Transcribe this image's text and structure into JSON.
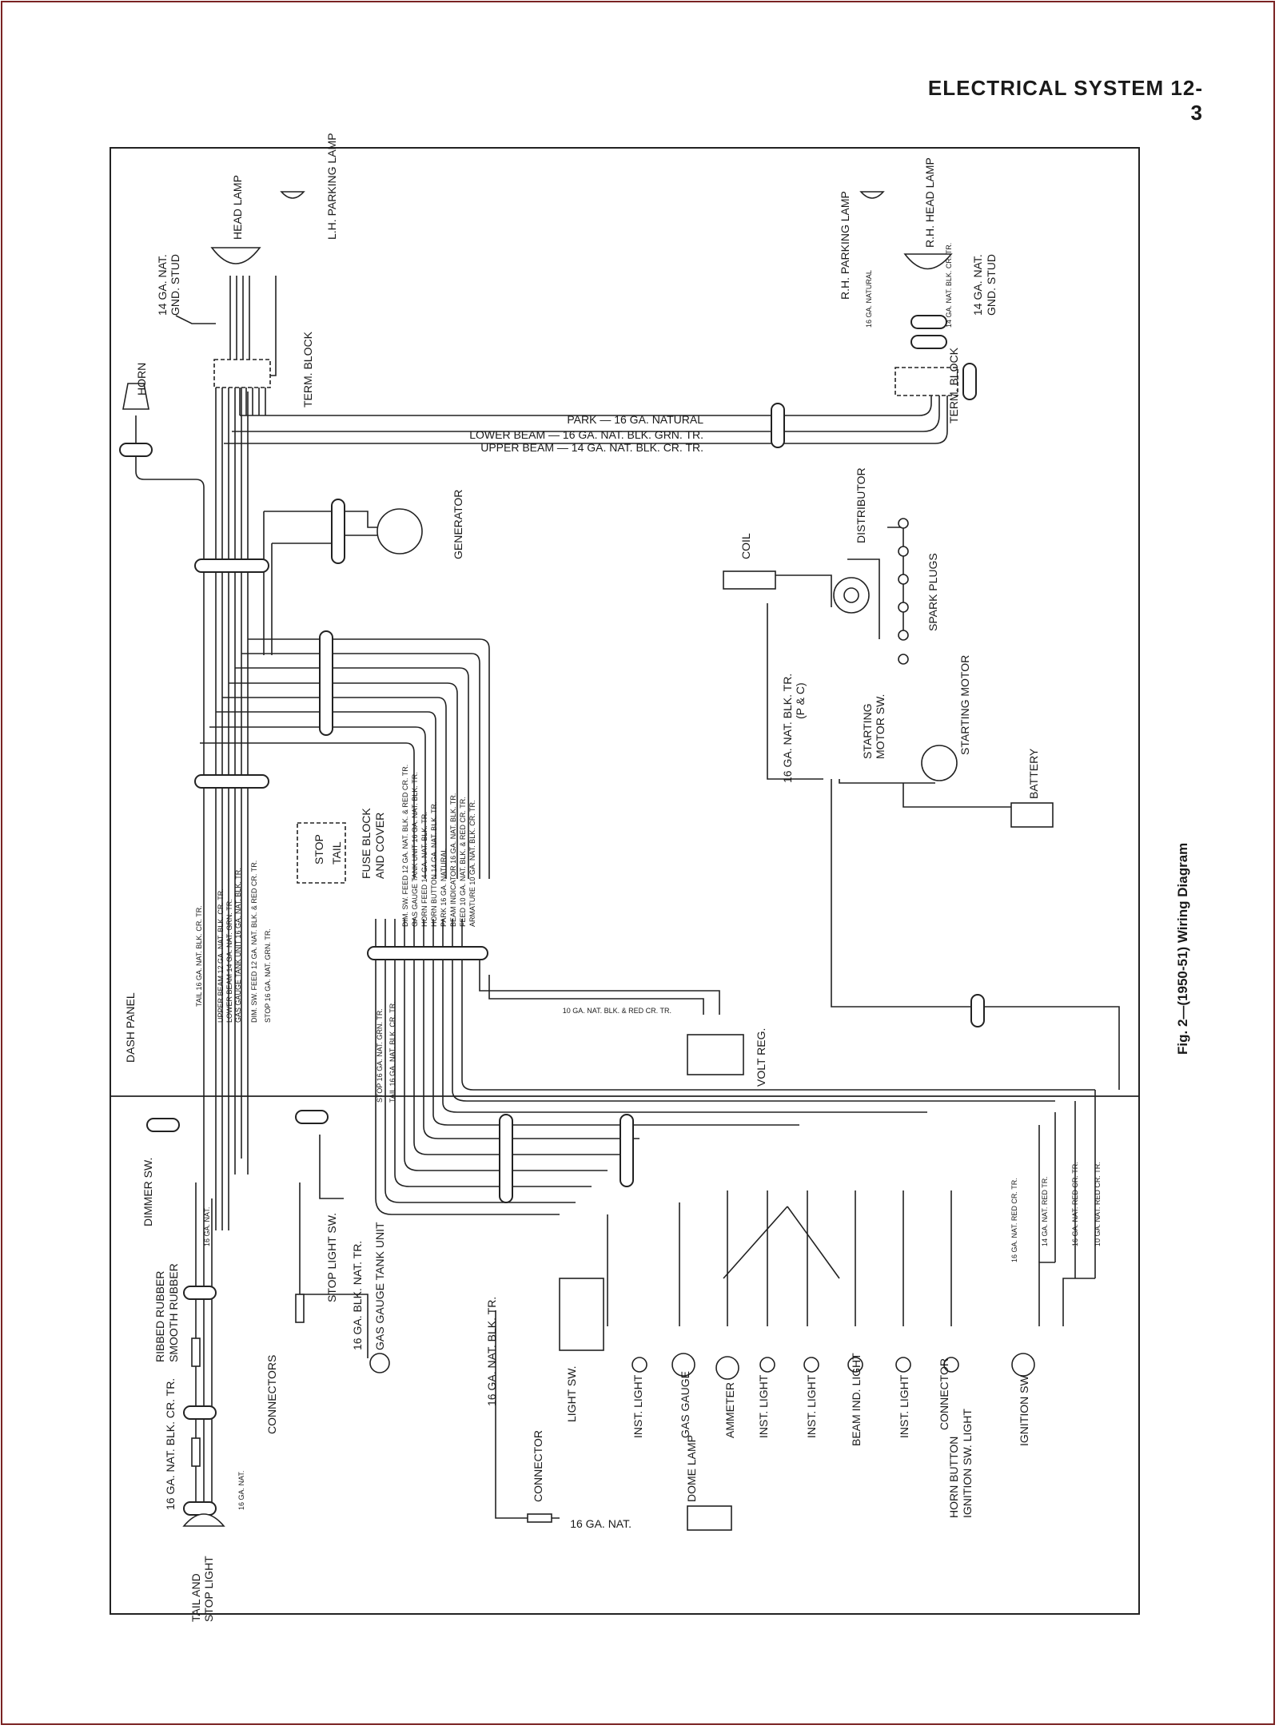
{
  "header": {
    "title": "ELECTRICAL SYSTEM 12-3"
  },
  "figure": {
    "caption": "Fig. 2—(1950-51) Wiring Diagram"
  },
  "labels": {
    "horn": "HORN",
    "head_lamp_lh": "HEAD LAMP",
    "lh_parking_lamp": "L.H. PARKING LAMP",
    "gnd_stud_lh_1": "14 GA. NAT.",
    "gnd_stud_lh_2": "GND. STUD",
    "term_block_lh": "TERM. BLOCK",
    "generator": "GENERATOR",
    "fuse_block_1": "FUSE BLOCK",
    "fuse_block_2": "AND COVER",
    "stop": "STOP",
    "tail": "TAIL",
    "dash_panel": "DASH PANEL",
    "volt_reg": "VOLT REG.",
    "dimmer_sw": "DIMMER SW.",
    "stop_light_sw": "STOP LIGHT SW.",
    "gas_gauge_tank_unit": "GAS GAUGE TANK UNIT",
    "ribbed_rubber": "RIBBED RUBBER",
    "smooth_rubber": "SMOOTH RUBBER",
    "connectors": "CONNECTORS",
    "tail_stop_light_1": "TAIL AND",
    "tail_stop_light_2": "STOP LIGHT",
    "light_sw": "LIGHT SW.",
    "inst_light": "INST. LIGHT",
    "gas_gauge": "GAS GAUGE",
    "ammeter": "AMMETER",
    "dome_lamp": "DOME LAMP",
    "beam_ind_light": "BEAM IND. LIGHT",
    "connector": "CONNECTOR",
    "ignition_sw": "IGNITION SW",
    "ignition_sw_light": "IGNITION SW. LIGHT",
    "horn_button": "HORN BUTTON",
    "coil": "COIL",
    "distributor": "DISTRIBUTOR",
    "spark_plugs": "SPARK PLUGS",
    "starting_motor_sw_1": "STARTING",
    "starting_motor_sw_2": "MOTOR SW.",
    "starting_motor": "STARTING MOTOR",
    "battery": "BATTERY",
    "rh_parking_lamp": "R.H. PARKING LAMP",
    "rh_head_lamp": "R.H. HEAD LAMP",
    "term_block_rh": "TERM. BLOCK",
    "gnd_stud_rh_1": "14 GA. NAT.",
    "gnd_stud_rh_2": "GND. STUD",
    "park_wire": "PARK — 16 GA. NATURAL",
    "lower_beam_wire": "LOWER BEAM — 16 GA. NAT. BLK. GRN. TR.",
    "upper_beam_wire": "UPPER BEAM — 14 GA. NAT. BLK. CR. TR.",
    "coil_wire_1": "16 GA. NAT. BLK. TR.",
    "coil_wire_2": "(P & C)",
    "rh_park_wire": "16 GA. NATURAL",
    "rh_head_wire": "14 GA. NAT. BLK. CR. TR.",
    "tail_wire": "16 GA. NAT. BLK. CR. TR.",
    "tail_wire_2": "16 GA. NAT.",
    "gas_wire": "16 GA. BLK. NAT. TR.",
    "light_sw_wire": "16 GA. NAT. BLK. TR.",
    "dome_wire": "16 GA. NAT.",
    "dash_wire": "16 GA. NAT.",
    "volt_reg_wire": "10 GA. NAT. BLK. & RED CR. TR.",
    "ign_wire_1": "16 GA. NAT. RED CR. TR.",
    "ign_wire_2": "14 GA. NAT. RED TR.",
    "ign_wire_3": "16 GA. NAT. RED CR. TR.",
    "ign_wire_4": "10 GA. NAT. RED CR. TR.",
    "harness_1": "TAIL 16 GA. NAT. BLK. CR. TR.",
    "harness_2": "UPPER BEAM 12 GA. NAT. BLK. CR. TR.",
    "harness_3": "LOWER BEAM 14 GA. NAT. GRN. TR.",
    "harness_4": "GAS GAUGE TANK UNIT 16 GA. NAT. BLK. TR.",
    "harness_5": "DIM. SW. FEED 12 GA. NAT. BLK. & RED CR. TR.",
    "harness_6": "STOP 16 GA. NAT. GRN. TR.",
    "harness_7": "DIM. SW. FEED 12 GA. NAT. BLK. & RED CR. TR.",
    "harness_8": "GAS GAUGE TANK UNIT 16 GA. NAT. BLK. TR.",
    "harness_9": "HORN FEED 14 GA. NAT. BLK. TR.",
    "harness_10": "HORN BUTTON 14 GA. NAT. BLK. TR.",
    "harness_11": "PARK 16 GA. NATURAL",
    "harness_12": "BEAM INDICATOR 16 GA. NAT. BLK. TR.",
    "harness_13": "FEED 10 GA. NAT. BLK. & RED CR. TR.",
    "harness_14": "ARMATURE 10 GA. NAT. BLK. CR. TR.",
    "harness_15": "STOP 16 GA. NAT. GRN. TR.",
    "harness_16": "TAIL 16 GA. NAT. BLK. CR. TR."
  }
}
